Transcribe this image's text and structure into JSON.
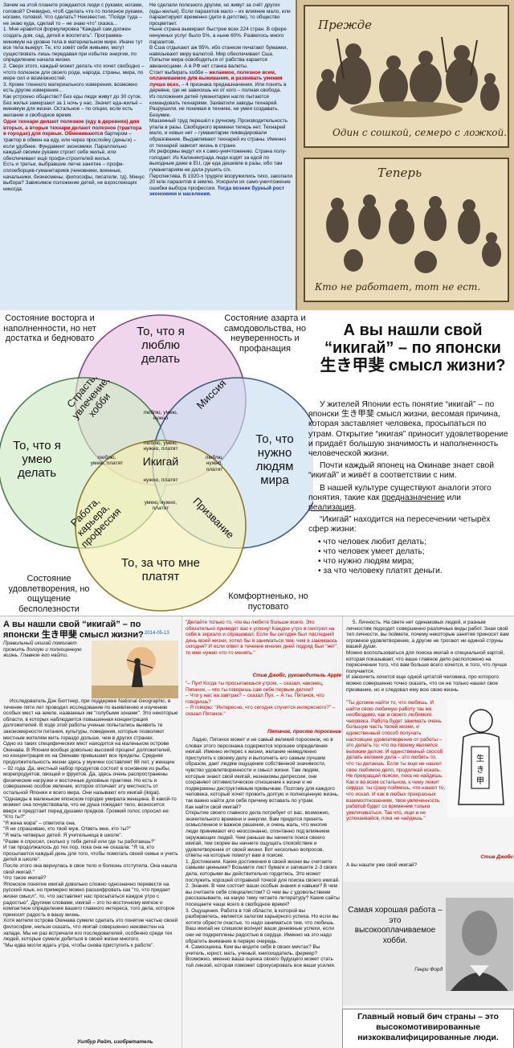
{
  "top_left": {
    "col1": "Зачем на этой планете рождаются люди с руками, ногами, головой? Очевидно, чтоб сделать что-то полезное руками, ногами, головой. Что сделать? Неизвестно. \"Пойди туда – не знаю куда, сделай то – не знаю что\" сказка...\n1. Мне нравится формулировка \"Каждый сам должен создать дом, сад, детей и воспитать\". Программа-минимум на уровне тела в материальном мире. Иначе тут все тела вымрут. Те, кто зовёт себя живыми, могут существовать лишь передавая при избытке энергии, по определению начала жизни.\n2. Сверх этого, каждый может делать что хочет свободно – чтото полезное для своего рода, народа, страны, мира, по мере сил и возможностей.\n3. Кроме тленного материального измерения, возможно есть другие измерения...\nКак устроено общество? Без еды люди живут до 30 суток. Без жилья замерзают за 1 ночь у нас. Значит еда-жильё – минимум для жизни. Остальное – по опции, если есть желание и свободное время.",
    "col1_red": "Одни технари делают полезное (еду в деревнях) для вторых, а вторые технари делают полезное (трактора в городах) для первых. Обмениваются",
    "col1_b": "бартером – трактор в обмен на еду, или через прослойку (деньги) – если удобнее. Фундамент экономики. Параллельно каждый своими руками строит себе жильё, или обеспечивает ещё профи-строителей жилья.\nЕсть и третьи, выбравшие легче занятие – профи-сплоеборцев-гуманитариев (чиновники, военные, начальники, бизнесмены, философы, писатели, тд). Минус выбора? Зависимое положение детей, не взрослеющих никогда.",
    "col2_a": "Не сделали полезного другим, но живут за счёт других (еды-жилья). Если паразитов мало – их влияние мало, или паразитируют временно (дети в детстве), то общество процветает.\nНыне страна вымирает быстрее всех 224 стран. В сфере ненужных услуг было 5%, а ныне 60%. Развелось много паразитов.\nВ Сша отдыхают аж 95%, ибо станком печатают бумажки, навязывают миру валютой. Мир обеспечивает Сша. Попытки мира освободиться от рабства карается авианосцами. А в РФ нет станка валюты.\nСтоит выбирать хобби –",
    "col2_red": "желаемое, полезное всем, оплачиваемое для выживания, и развивать умения лучше всех,",
    "col2_b": "– 4 признака предназначения. Или понять в деревне, где не зависишь ни от кого – полная свобода.\nИз положения детей гуманитарии нагло пытаются командовать технарями. Захватили заводы технарей. Разрушили, не понимая в технике, не умея создавать. Безумие.\nМашинный труд перешёл к ручному. Производительность упала в разы. Свободного времени теперь нет. Технарей мало, и новых нет – гуманитарии ликвидировали образование. Выдавливают технарей из страны. Именно от технарей зависит жизнь в стране.\nИх реформы ведут их к само-уничтожению. Страна полу-голодает. Из Калининграда люди ездят за едой по выходным даже в EU, где еда дешевле в разы, ибо там гуманитариям не дали рушить с/х.\nПерспектива. В 1920-х трудяги вооружились тихо, закопали 20 млн паразитов в землю. Ускорили их само-уничтожение ошибки выбора профессии.",
    "col2_blue": "Тогда возник бурный рост экономики и населения."
  },
  "cartoon": {
    "caption_top_title": "Прежде",
    "caption_top": "Один с сошкой, семеро с ложкой.",
    "caption_bottom_title": "Теперь",
    "caption_bottom": "Кто не работает, тот не ест."
  },
  "venn": {
    "circle_love": "То, что я люблю делать",
    "circle_good": "То, что я умею делать",
    "circle_need": "То, что нужно людям мира",
    "circle_paid": "То, за что мне платят",
    "passion": "Страсть, увлечение, хобби",
    "mission": "Миссия",
    "profession": "Работа, карьера, профессия",
    "vocation": "Призвание",
    "center": "Икигай",
    "tl_corner": "Состояние восторга и наполненности, но нет достатка и бедновато",
    "tr_corner": "Состояние азарта и самодовольства, но неуверенность и профанация",
    "bl_corner": "Состояние удовлетворения, но ощущение бесполезности",
    "br_corner": "Комфортненько, но пустовато",
    "s_top": "люблю, умею, нужно",
    "s_left": "люблю, умею, платят",
    "s_right": "люблю, нужно, платят",
    "s_bottom": "умею, нужно, платят",
    "s_mid": "люблю, умею, нужно, платят",
    "s_center_r": "нужно, платят"
  },
  "intro": {
    "title": "А вы нашли свой “икигай” – по японски 生き甲斐 смысл жизни?",
    "p1": "У жителей Японии есть понятие “икигай” – по японски 生き甲斐 смысл жизни, весомая причина, которая заставляет человека, просыпаться по утрам. Открытие “икигая” приносит удовлетворение и придаёт большую значимость и наполненность человеческой жизни.",
    "p2": "Почти каждый японец на Окинаве знает свой “икигай” и живёт в соответствии с ним.",
    "p3a": "В нашей культуре существуют аналоги этого понятия, такие как",
    "p3_link1": "предназначение",
    "p3_or": "или",
    "p3_link2": "реализация",
    "p4": "“Икигай” находится на пересечении четырёх сфер жизни:",
    "items": [
      "что человек любит делать;",
      "что человек умеет делать;",
      "что нужно людям мира;",
      "за что человеку платят деньги."
    ]
  },
  "bottom": {
    "title": "А вы нашли свой “икигай” – по японски 生き甲斐 смысл жизни?",
    "date": "2014-05-13",
    "lead": "Правильный икигай помогает прожить долгую и полноценную жизнь. Главное его найти.",
    "c1": "Исследователь Дэн Бюттнер, при поддержке National Geographic, в течение пяти лет проводил исследование по выявлению и изучению особых мест на земле, названных им \"голубыми зонами\". Это некоторые области, в которых наблюдается повышенная концентрация долгожителей. В ходе этой работы ученые попытались выявить те закономерности питания, культуры, поведения, которые позволяют местным жителям жить гораздо дольше, чем в других странах.\nОдно из таких специфических мест находится на маленьком острове Окинава. В Японии вообще довольно высокий процент долгожителей, но концентрация их на Окинаве превышает все пределы. Средняя продолжительность жизни здесь у мужчин составляет 88 лет, у женщин – 92 года. Да, местный набор продуктов состоит в основном из рыбы, морепродуктов, овощей и фруктов. Да, здесь очень распространены физические нагрузки и восточные духовные практики. Но есть и совершенно особое явление, которое отличает эту местность от остальной Японии и всего мира. Они называют его икигай (ikigai).\n\"Однажды в маленьком японском городке умирала женщина. В какой-то момент она почувствовала, что ее душа покидает тело, возносится вверх и предстает перед душами предков. Громкий голос спросил ее: \"Кто ты?\"\n\"Я жена мэра\" – ответила она.\n\"Я не спрашиваю, кто твой муж. Ответь мне, кто ты?\"\n\"Я мать четверых детей. Я учительница в школе\".\n\"Разве я спросил, сколько у тебя детей или где ты работаешь?\"\nИ так продолжалось до тех пор, пока она не сказала: \"Я та, кто просыпается каждый день для того, чтобы помогать своей семье и учить детей в школе\".\nПосле этого она вернулась в свое тело и болезнь отступила. Она нашла свой икигай.\"\nЧто такое икигай?\nЯпонское понятие икигай довольно сложно однозначно перевести на русский язык, но примерно можно расшифровать как \"то, что придает жизни смысл\", то, что заставляет нас просыпаться каждое утро с радостью\". Другими словами, икигай – это по-восточному мягкое и компактное определение вашего главного интереса, того дела, которое приносит радость в вашу жизнь.\nХотя жители острова Окинава сумели сделать это понятие частью своей философии, нельзя сказать, что икигай совершенно неизвестен на западе. Мы не раз встречали его последователей, особенно среди тех людей, которые сумели добиться в своей жизни многого.\n\"Мы едва могли ждать утра, чтобы снова приступить к работе\".",
    "c1_sig": "Уилбур Райт, изобретатель самолета",
    "c2_quote": "\"Делайте только то, что вы любите больше всего. Это обязательно приведет вас к успеху! Каждое утро я смотрел на себя в зеркало и спрашивал: Если бы сегодня был последний день моей жизни, хотел бы я заниматься тем, чем я занимаюсь сегодня? И если ответ в течение многих дней подряд был \"нет\", то мне нужно что-то менять.\"",
    "c2_sig1": "Стив Джобс, руководитель Apple",
    "c2_piglet": "\"– Пух! Когда ты просыпаешься утром, – сказал, наконец, Пятачок, – что ты говоришь сам себе первым делом?\n– Что у нас на завтрак? – сказал Пух. – А ты, Пятачок, что говоришь?\n– Я говорю: \"Интересно, что сегодня случится интересного?\" – сказал Пятачок.\"",
    "c2_sig2": "Пятачок, просто поросенок",
    "c2": "Ладно, Пятачок может и не самый великий поросенок, но в словах этого персонажа содержится хорошее определение икигай. Именно интерес к жизни, желание немедленно приступить к своему делу и выполнить его самым лучшим образом, дает людям ощущение собственной значимости, чувство удовлетворенности и смысл жизни. Там людям, которые знают свой икигай, незнакомы депрессии, они сохраняют оптимистическое отношение к жизни и не подвержены деструктивным привычкам. Поэтому для каждого человека, который хочет прожить долгую и полноценную жизнь, так важно найти для себя причину вставать по утрам.\nКак найти свой икигай?\nОткрытие своего главного дела потребует от вас, возможно, значительного времени и энергии. Вам придется принять осмысленное и важное решение, и очень жаль, что многие люди принимают его неосознанно, спонтанно под влиянием окружающих людей. Чем раньше вы начнете поиск своего икигай, тем скорее вы начнете ощущать спокойствие и удовлетворение от своей жизни. Вот несколько вопросов, ответы на которые помогут вам в поиске.\n1. Достижения. Какие достижения в своей жизни вы считаете самыми ценными? Возьмите лист бумаги и запишите 2-3 своих дела, которыми вы действительно гордитесь. Это может послужить хорошей отправной точкой для поиска своего икигай.\n2. Знания. В чем состоит ваши особые знания и навыки? В чем вы считаете себя специалистом? О чем вы с удовольствием рассказываете, на какую тему читаете литературу? Какие сайты посещаете чаще всего в свободное время?\n3. Ощущения. Работа в той области, в которой вы разбираетесь, является залогом карьерного успеха. Но если вы хотите обрести счастье, то надо заниматься тем, что любишь. Ваш икигай не слишком волнует ваши денежные успехи, если они не подкреплены радостью в сердце. Именно на это надо обратить внимание в первую очередь.\n4. Самооценка. Кем вы видите себя в своих мечтах? Вы учитель, юрист, мать, ученый, книгоиздатель, фермер? Возможно, именно ваша оценка своего будущего может стать той линзой, которая поможет сфокусировать все ваши усилия.",
    "c3": "5. Личность. На свете нет одинаковых людей, и разным личностям подходят совершенно различные виды работ. Зная свой тип личности, вы поймете, почему некоторые занятия приносят вам огромное удовлетворение, а другие не трогают ни единой струны вашей души.\nМожно воспользоваться для поиска икигай и специальной картой, которая показывает, что ваше главное дело расположено на пересечении того, что вам больше всего хочется, и того, что лучше получается.\nИ закончить хочется еще одной цитатой человека, про которого можно совершенно точно сказать, что он не только нашел свое призвание, но и следовал ему всю свою жизнь.",
    "c3_quote": "\"Ты должен найти то, что любишь. И найти свою любимую работу так же необходимо, как и своего любимого человека. Работа будет занимать очень большую часть твоей жизни, и единственный способ получать настоящее удовлетворение от работы – это делать то, что по-твоему является великим делом. И единственный способ делать великие дела – это любить то, что ты делаешь. Если ты еще не нашел свое любимое дело, продолжай искать. Не прекращай поиски, пока не найдешь. Как и во всем остальном, к чему лежит сердце, ты сразу поймешь, что нашел то, что искал. И как в любых прекрасных взаимоотношениях, твоя увлеченность работой будет со временем только увеличиваться. Так что, ищи и не успокаивайся, пока не найдешь.\"",
    "c3_sig": "Стив Джобс",
    "c3_end": "А вы нашли уже свой икигай?",
    "ford_quote": "Самая хорошая работа – это высокооплачиваемое хобби.",
    "ford_sig": "Генри Форд",
    "final": "Главный новый бич страны – это высокомотивированные низкоквалифицированные люди."
  },
  "colors": {
    "top_bg": "#dbe9f7",
    "circle_love": "#e9c8e6",
    "circle_good": "#cfe9c6",
    "circle_need": "#c9def0",
    "circle_paid": "#f5efb4"
  }
}
